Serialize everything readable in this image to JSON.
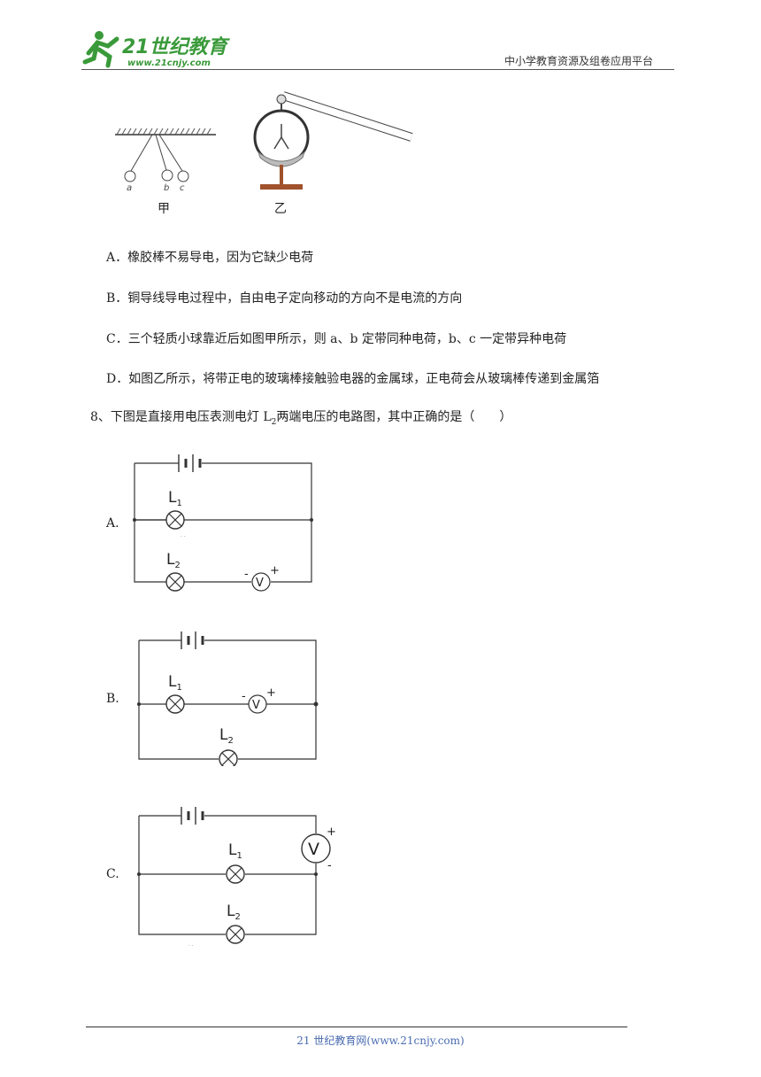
{
  "header": {
    "logo_main": "21世纪教育",
    "logo_url": "www.21cnjy.com",
    "site_title": "中小学教育资源及组卷应用平台"
  },
  "figure_top": {
    "ball_labels": [
      "a",
      "b",
      "c"
    ],
    "caption_left": "甲",
    "caption_right": "乙"
  },
  "options_prev": [
    "A．橡胶棒不易导电，因为它缺少电荷",
    "B．铜导线导电过程中，自由电子定向移动的方向不是电流的方向",
    "C．三个轻质小球靠近后如图甲所示，则 a、b 定带同种电荷，b、c 一定带异种电荷",
    "D．如图乙所示，将带正电的玻璃棒接触验电器的金属球，正电荷会从玻璃棒传递到金属箔"
  ],
  "question8": {
    "prefix": "8、下图是直接用电压表测电灯 L",
    "sub": "2",
    "suffix": "两端电压的电路图，其中正确的是（　　）"
  },
  "circuits": [
    {
      "label": "A.",
      "lamp1": "L",
      "lamp1_sub": "1",
      "lamp2": "L",
      "lamp2_sub": "2",
      "meter": "V",
      "minus": "-",
      "plus": "+"
    },
    {
      "label": "B.",
      "lamp1": "L",
      "lamp1_sub": "1",
      "lamp2": "L",
      "lamp2_sub": "2",
      "meter": "V",
      "minus": "-",
      "plus": "+"
    },
    {
      "label": "C.",
      "lamp1": "L",
      "lamp1_sub": "1",
      "lamp2": "L",
      "lamp2_sub": "2",
      "meter": "V",
      "minus": "-",
      "plus": "+"
    }
  ],
  "footer": {
    "text": "21 世纪教育网(www.21cnjy.com)"
  }
}
